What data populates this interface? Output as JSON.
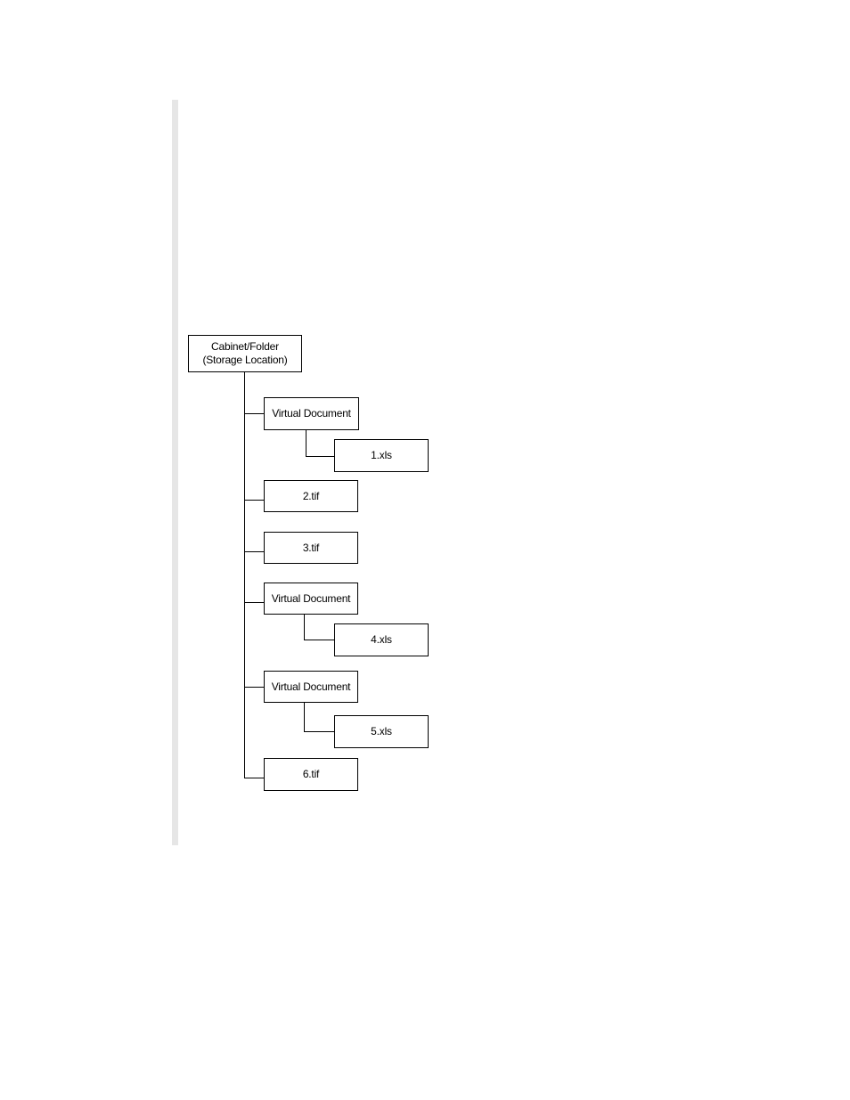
{
  "tree": {
    "root": {
      "label": "Cabinet/Folder\n(Storage Location)"
    },
    "children": [
      {
        "label": "Virtual Document",
        "children": [
          {
            "label": "1.xls"
          }
        ]
      },
      {
        "label": "2.tif"
      },
      {
        "label": "3.tif"
      },
      {
        "label": "Virtual Document",
        "children": [
          {
            "label": "4.xls"
          }
        ]
      },
      {
        "label": "Virtual Document",
        "children": [
          {
            "label": "5.xls"
          }
        ]
      },
      {
        "label": "6.tif"
      }
    ]
  }
}
